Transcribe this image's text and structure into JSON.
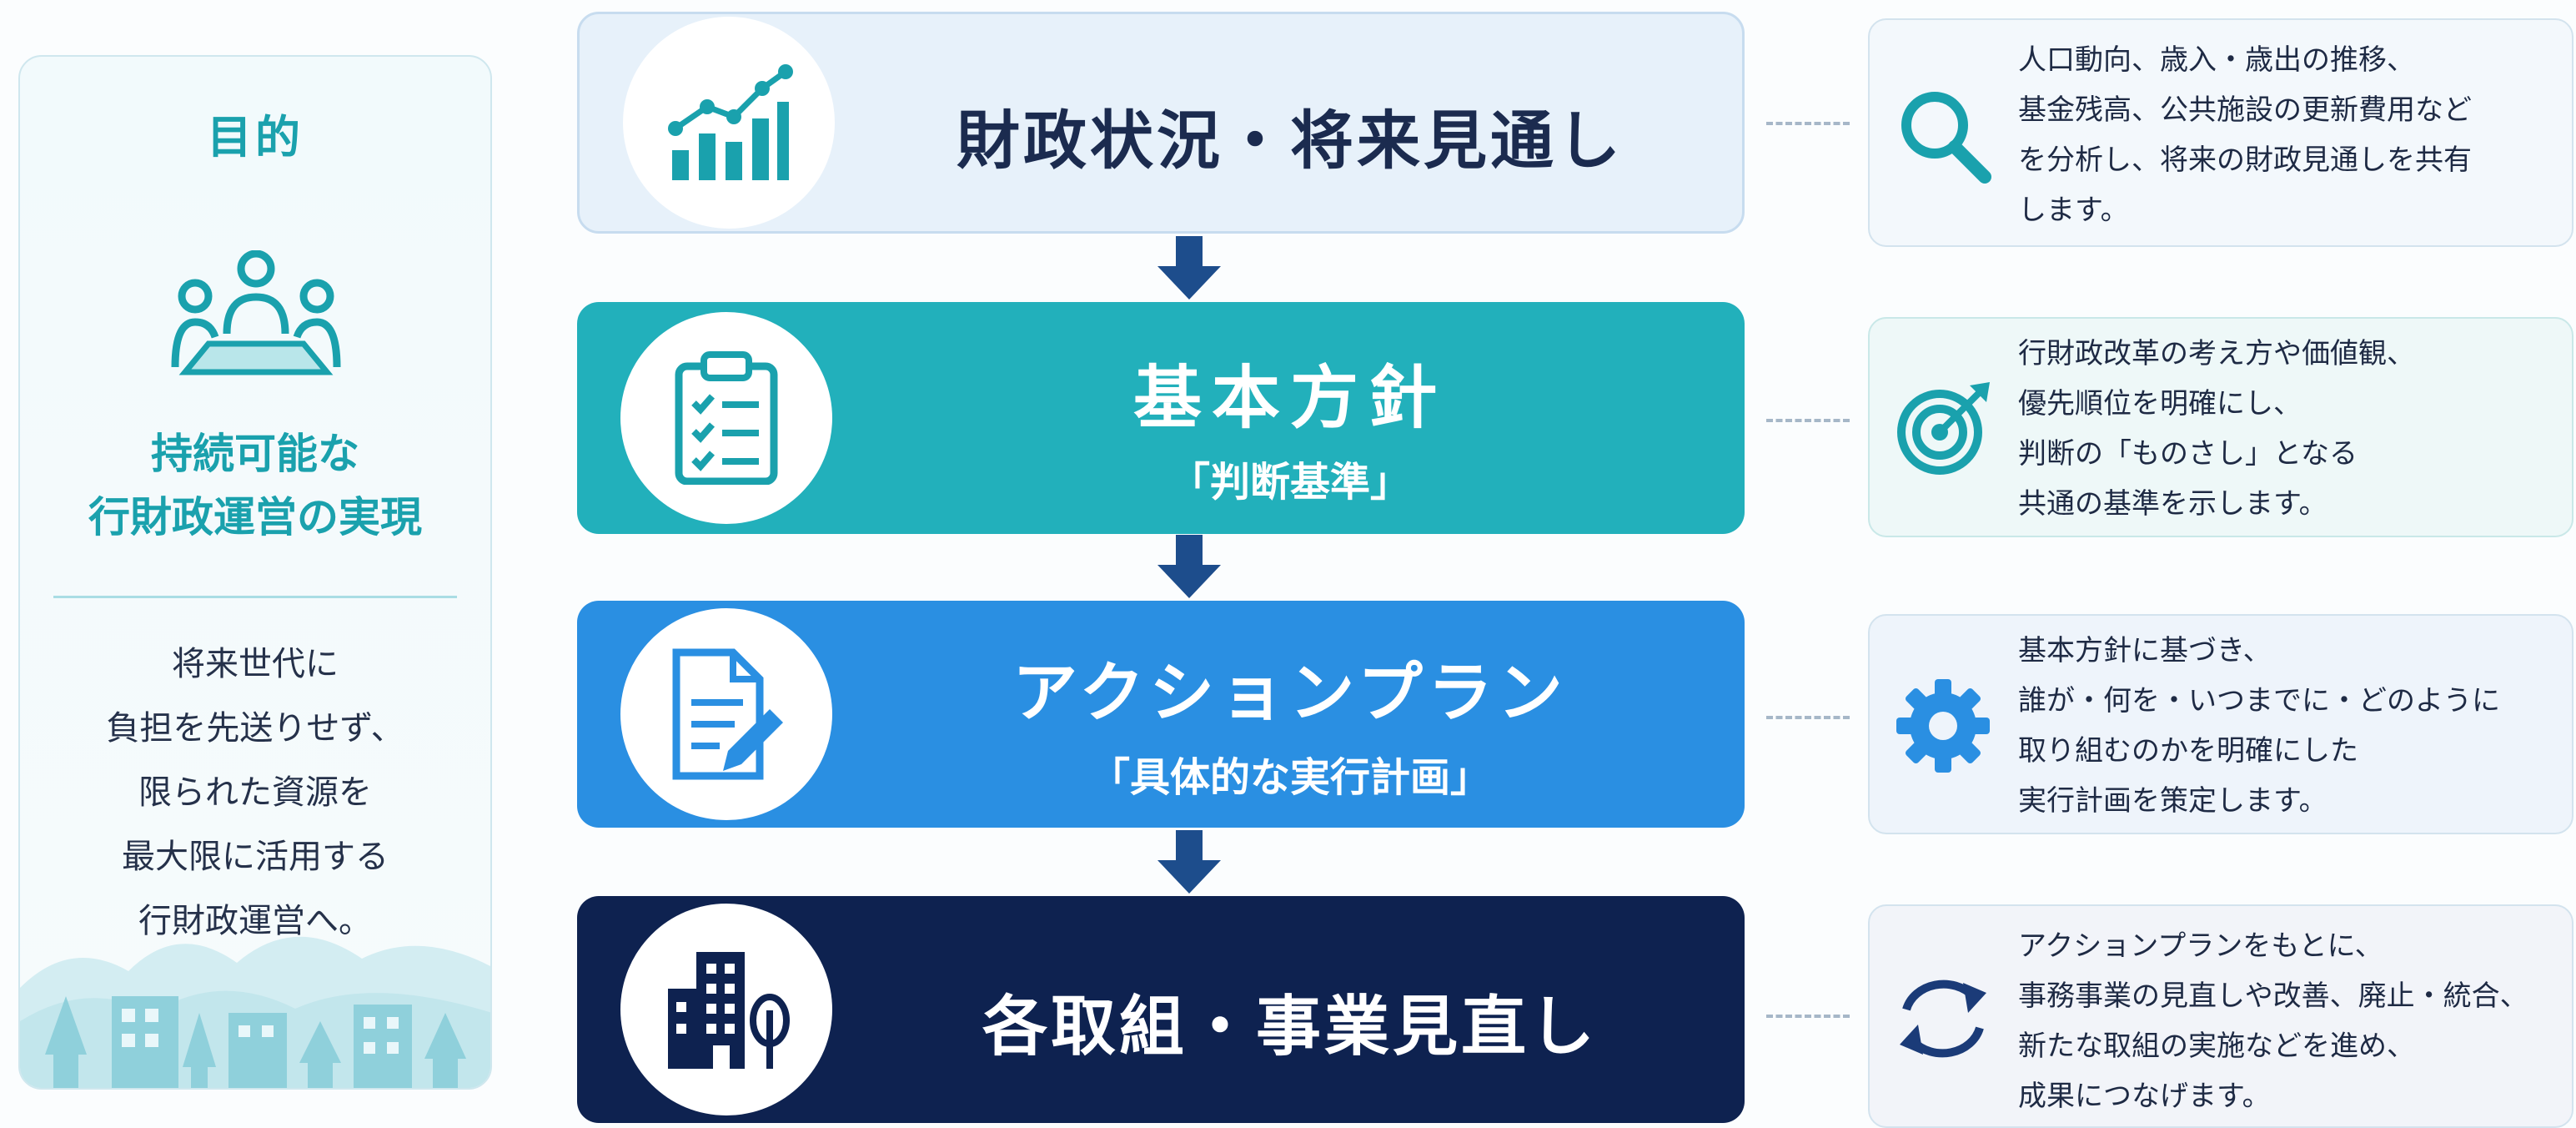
{
  "purpose": {
    "title": "目的",
    "goal_line1": "持続可能な",
    "goal_line2": "行財政運営の実現",
    "desc_line1": "将来世代に",
    "desc_line2": "負担を先送りせず、",
    "desc_line3": "限られた資源を",
    "desc_line4": "最大限に活用する",
    "desc_line5": "行財政運営へ。",
    "icon": "people-meeting-icon"
  },
  "steps": [
    {
      "title": "財政状況・将来見通し",
      "subtitle": "",
      "icon": "bar-chart-icon",
      "color": "#e7f1fa"
    },
    {
      "title": "基本方針",
      "subtitle": "「判断基準」",
      "icon": "clipboard-checklist-icon",
      "color": "#22b0bb"
    },
    {
      "title": "アクションプラン",
      "subtitle": "「具体的な実行計画」",
      "icon": "document-pen-icon",
      "color": "#2a8fe2"
    },
    {
      "title": "各取組・事業見直し",
      "subtitle": "",
      "icon": "building-icon",
      "color": "#0e2250"
    }
  ],
  "notes": [
    {
      "icon": "search-icon",
      "lines": [
        "人口動向、歳入・歳出の推移、",
        "基金残高、公共施設の更新費用など",
        "を分析し、将来の財政見通しを共有",
        "します。"
      ]
    },
    {
      "icon": "target-icon",
      "lines": [
        "行財政改革の考え方や価値観、",
        "優先順位を明確にし、",
        "判断の「ものさし」となる",
        "共通の基準を示します。"
      ]
    },
    {
      "icon": "gear-icon",
      "lines": [
        "基本方針に基づき、",
        "誰が・何を・いつまでに・どのように",
        "取り組むのかを明確にした",
        "実行計画を策定します。"
      ]
    },
    {
      "icon": "refresh-cycle-icon",
      "lines": [
        "アクションプランをもとに、",
        "事務事業の見直しや改善、廃止・統合、",
        "新たな取組の実施などを進め、",
        "成果につなげます。"
      ]
    }
  ],
  "colors": {
    "teal": "#1aa1ad",
    "blue": "#2a8fe2",
    "navy": "#0e2250",
    "arrow": "#1d4d8c"
  }
}
